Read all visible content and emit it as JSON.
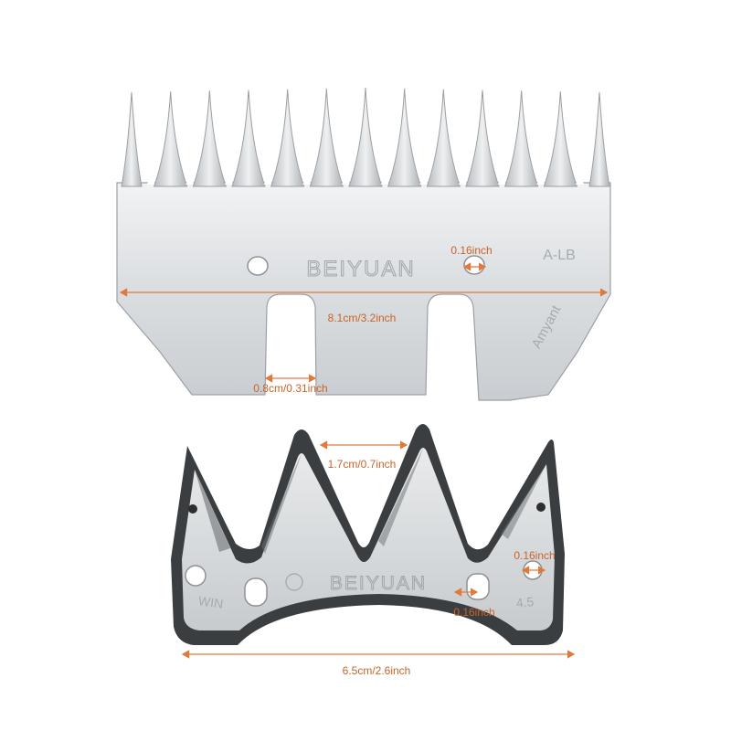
{
  "colors": {
    "background": "#ffffff",
    "steel_light": "#e4e6e8",
    "steel_mid": "#c4c8cc",
    "steel_dark": "#8d9196",
    "blade_edge": "#3a3d40",
    "dimension": "#e07a3c",
    "dimension_text": "#c8642a",
    "engraving": "#a9adb1"
  },
  "comb": {
    "brand": "BEIYUAN",
    "model": "A-LB",
    "maker": "Amyant",
    "dimensions": {
      "width": "8.1cm/3.2inch",
      "slot": "0.8cm/0.31inch",
      "hole": "0.16inch"
    }
  },
  "cutter": {
    "brand": "BEIYUAN",
    "left_mark": "WIN",
    "right_mark": "4.5",
    "dimensions": {
      "tooth_spacing": "1.7cm/0.7inch",
      "width": "6.5cm/2.6inch",
      "hole_center": "0.16inch",
      "hole_right": "0.16inch"
    }
  }
}
